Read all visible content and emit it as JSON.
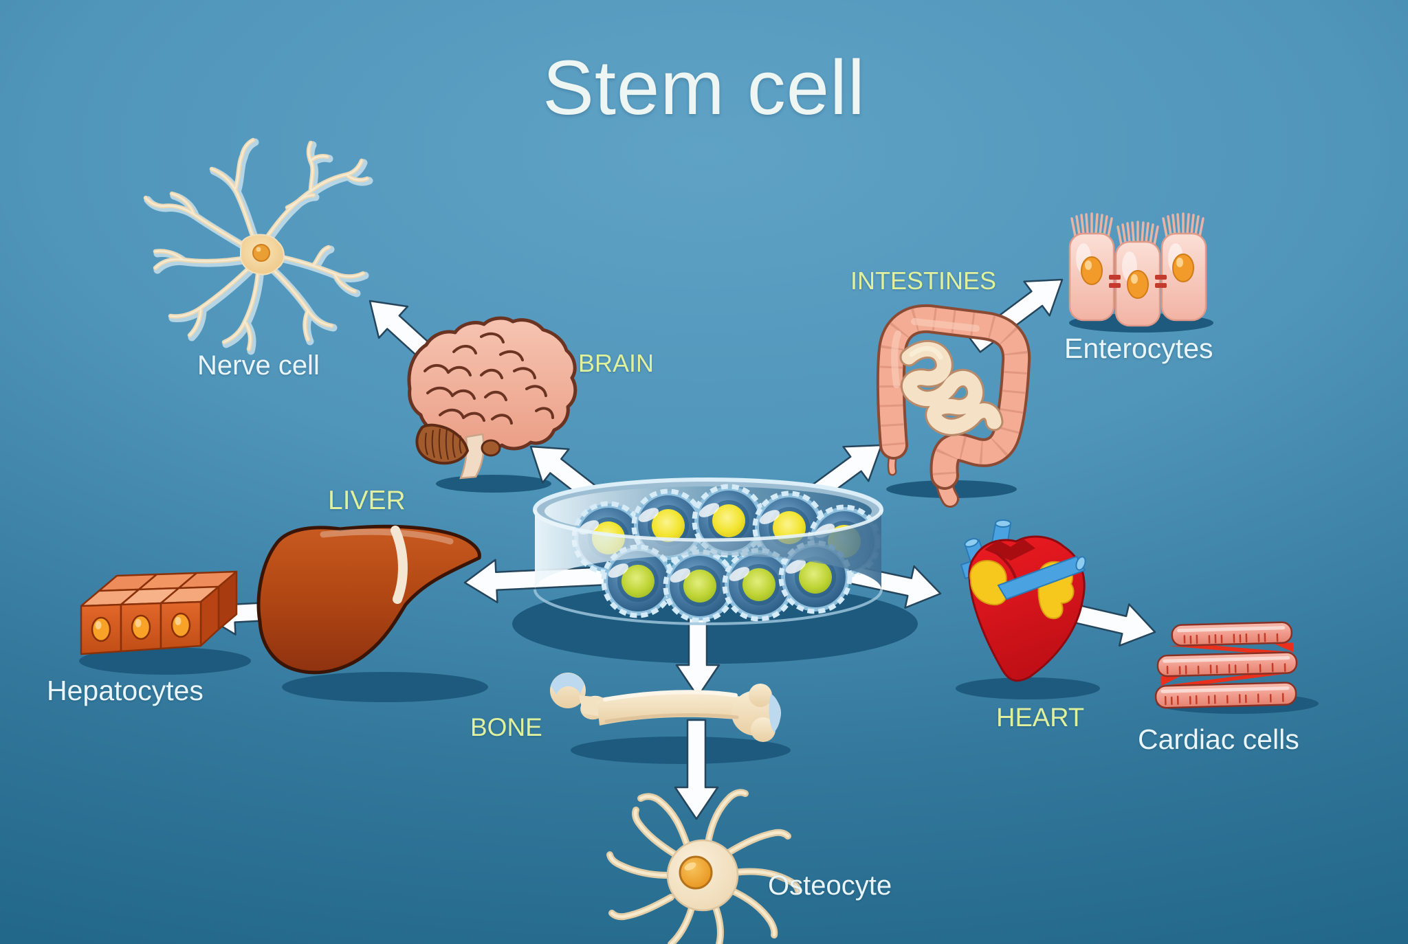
{
  "title": "Stem cell",
  "labels": {
    "nerve_cell": "Nerve cell",
    "brain": "BRAIN",
    "intestines": "INTESTINES",
    "enterocytes": "Enterocytes",
    "liver": "LIVER",
    "hepatocytes": "Hepatocytes",
    "bone": "BONE",
    "osteocyte": "Osteocyte",
    "heart": "HEART",
    "cardiac_cells": "Cardiac cells"
  },
  "colors": {
    "background_top": "#5b9dc1",
    "background_bottom": "#1e6385",
    "title_text": "#eef6f3",
    "organ_label_text": "#dff09e",
    "cell_label_text": "#e9f5f8",
    "arrow_fill": "#fcfdfe",
    "arrow_outline": "#24455c",
    "stem_cell_body": "#3d6e96",
    "stem_cell_nucleus": "#ecdf2e",
    "shadow_blue": "#1d5a7e"
  }
}
